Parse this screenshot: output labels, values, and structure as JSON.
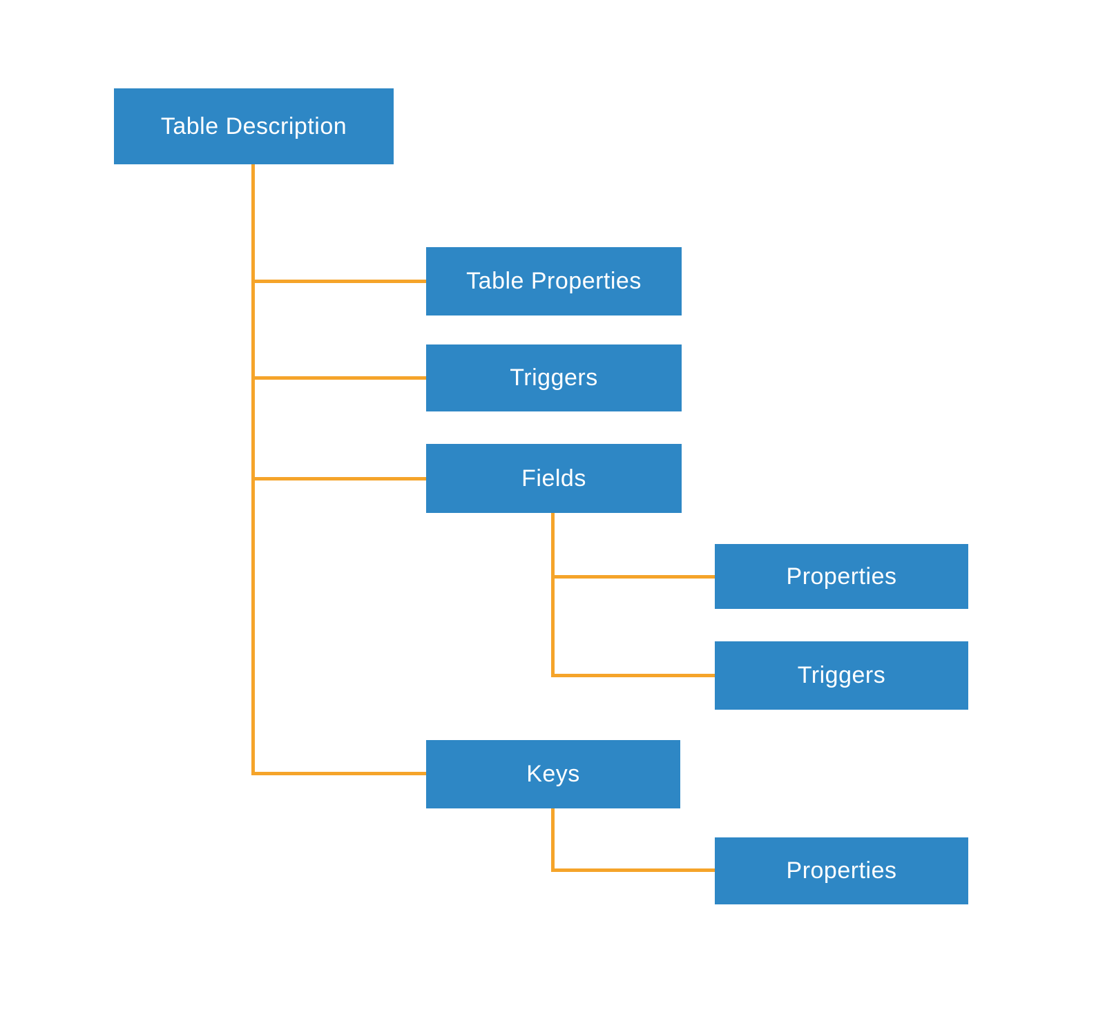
{
  "diagram": {
    "type": "tree",
    "nodes": [
      {
        "id": "table-description",
        "label": "Table Description"
      },
      {
        "id": "table-properties",
        "label": "Table Properties"
      },
      {
        "id": "triggers-1",
        "label": "Triggers"
      },
      {
        "id": "fields",
        "label": "Fields"
      },
      {
        "id": "fields-properties",
        "label": "Properties"
      },
      {
        "id": "fields-triggers",
        "label": "Triggers"
      },
      {
        "id": "keys",
        "label": "Keys"
      },
      {
        "id": "keys-properties",
        "label": "Properties"
      }
    ],
    "edges": [
      {
        "from": "table-description",
        "to": "table-properties"
      },
      {
        "from": "table-description",
        "to": "triggers-1"
      },
      {
        "from": "table-description",
        "to": "fields"
      },
      {
        "from": "table-description",
        "to": "keys"
      },
      {
        "from": "fields",
        "to": "fields-properties"
      },
      {
        "from": "fields",
        "to": "fields-triggers"
      },
      {
        "from": "keys",
        "to": "keys-properties"
      }
    ],
    "colors": {
      "node_fill": "#2e87c5",
      "node_text": "#ffffff",
      "connector": "#f5a42a",
      "background": "#ffffff"
    }
  }
}
